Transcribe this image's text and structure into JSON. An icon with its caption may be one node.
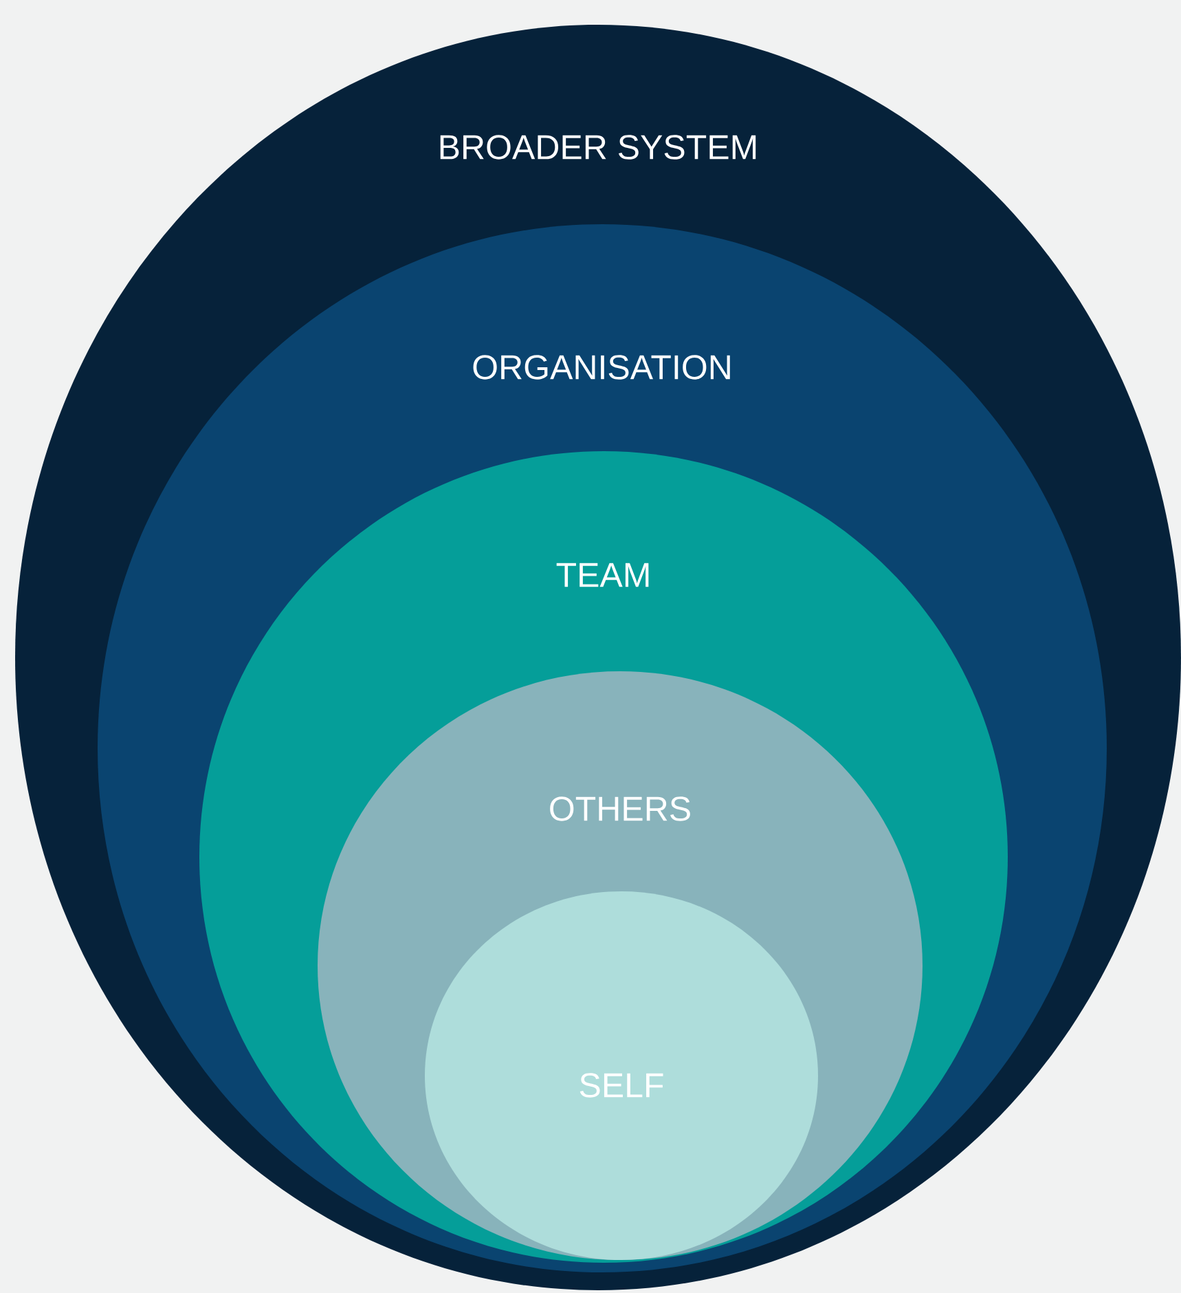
{
  "diagram": {
    "nodes": [
      {
        "text": [
          "BROADER SYSTEM"
        ]
      },
      {
        "text": [
          "ORGANISATION"
        ],
        "in": 0
      },
      {
        "text": [
          "TEAM"
        ],
        "in": 1
      },
      {
        "text": [
          "OTHERS"
        ],
        "in": 2
      },
      {
        "text": [
          "SELF"
        ],
        "in": 3
      }
    ]
  }
}
